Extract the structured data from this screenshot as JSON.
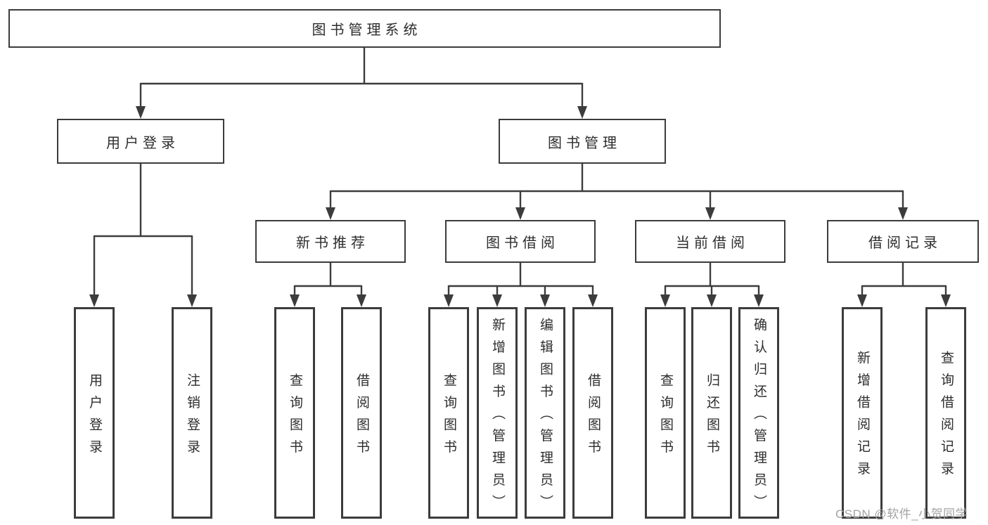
{
  "diagram": {
    "root": {
      "label": "图书管理系统"
    },
    "branches": [
      {
        "label": "用户登录",
        "children": [
          {
            "label": "用户登录"
          },
          {
            "label": "注销登录"
          }
        ]
      },
      {
        "label": "图书管理",
        "children": [
          {
            "label": "新书推荐",
            "children": [
              {
                "label": "查询图书"
              },
              {
                "label": "借阅图书"
              }
            ]
          },
          {
            "label": "图书借阅",
            "children": [
              {
                "label": "查询图书"
              },
              {
                "label": "新增图书（管理员）"
              },
              {
                "label": "编辑图书（管理员）"
              },
              {
                "label": "借阅图书"
              }
            ]
          },
          {
            "label": "当前借阅",
            "children": [
              {
                "label": "查询图书"
              },
              {
                "label": "归还图书"
              },
              {
                "label": "确认归还（管理员）"
              }
            ]
          },
          {
            "label": "借阅记录",
            "children": [
              {
                "label": "新增借阅记录"
              },
              {
                "label": "查询借阅记录"
              }
            ]
          }
        ]
      }
    ]
  },
  "watermark": {
    "text": "CSDN @软件_小贺同学"
  },
  "colors": {
    "line": "#3c3c3c",
    "text": "#2d2d2d",
    "background": "#ffffff",
    "watermark": "#a3a3a3"
  }
}
